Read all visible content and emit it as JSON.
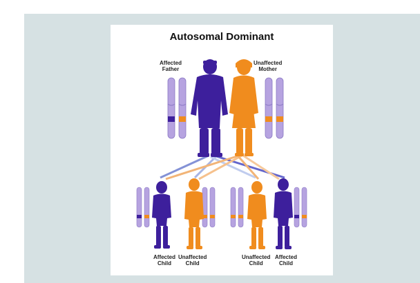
{
  "title": "Autosomal Dominant",
  "labels": {
    "father": {
      "line1": "Affected",
      "line2": "Father"
    },
    "mother": {
      "line1": "Unaffected",
      "line2": "Mother"
    },
    "child1": {
      "line1": "Affected",
      "line2": "Child"
    },
    "child2": {
      "line1": "Unaffected",
      "line2": "Child"
    },
    "child3": {
      "line1": "Unaffected",
      "line2": "Child"
    },
    "child4": {
      "line1": "Affected",
      "line2": "Child"
    }
  },
  "colors": {
    "affected": "#3d1f9c",
    "unaffected": "#f08c1e",
    "chromosome": "#b6a3e0",
    "background": "#d6e1e3"
  }
}
